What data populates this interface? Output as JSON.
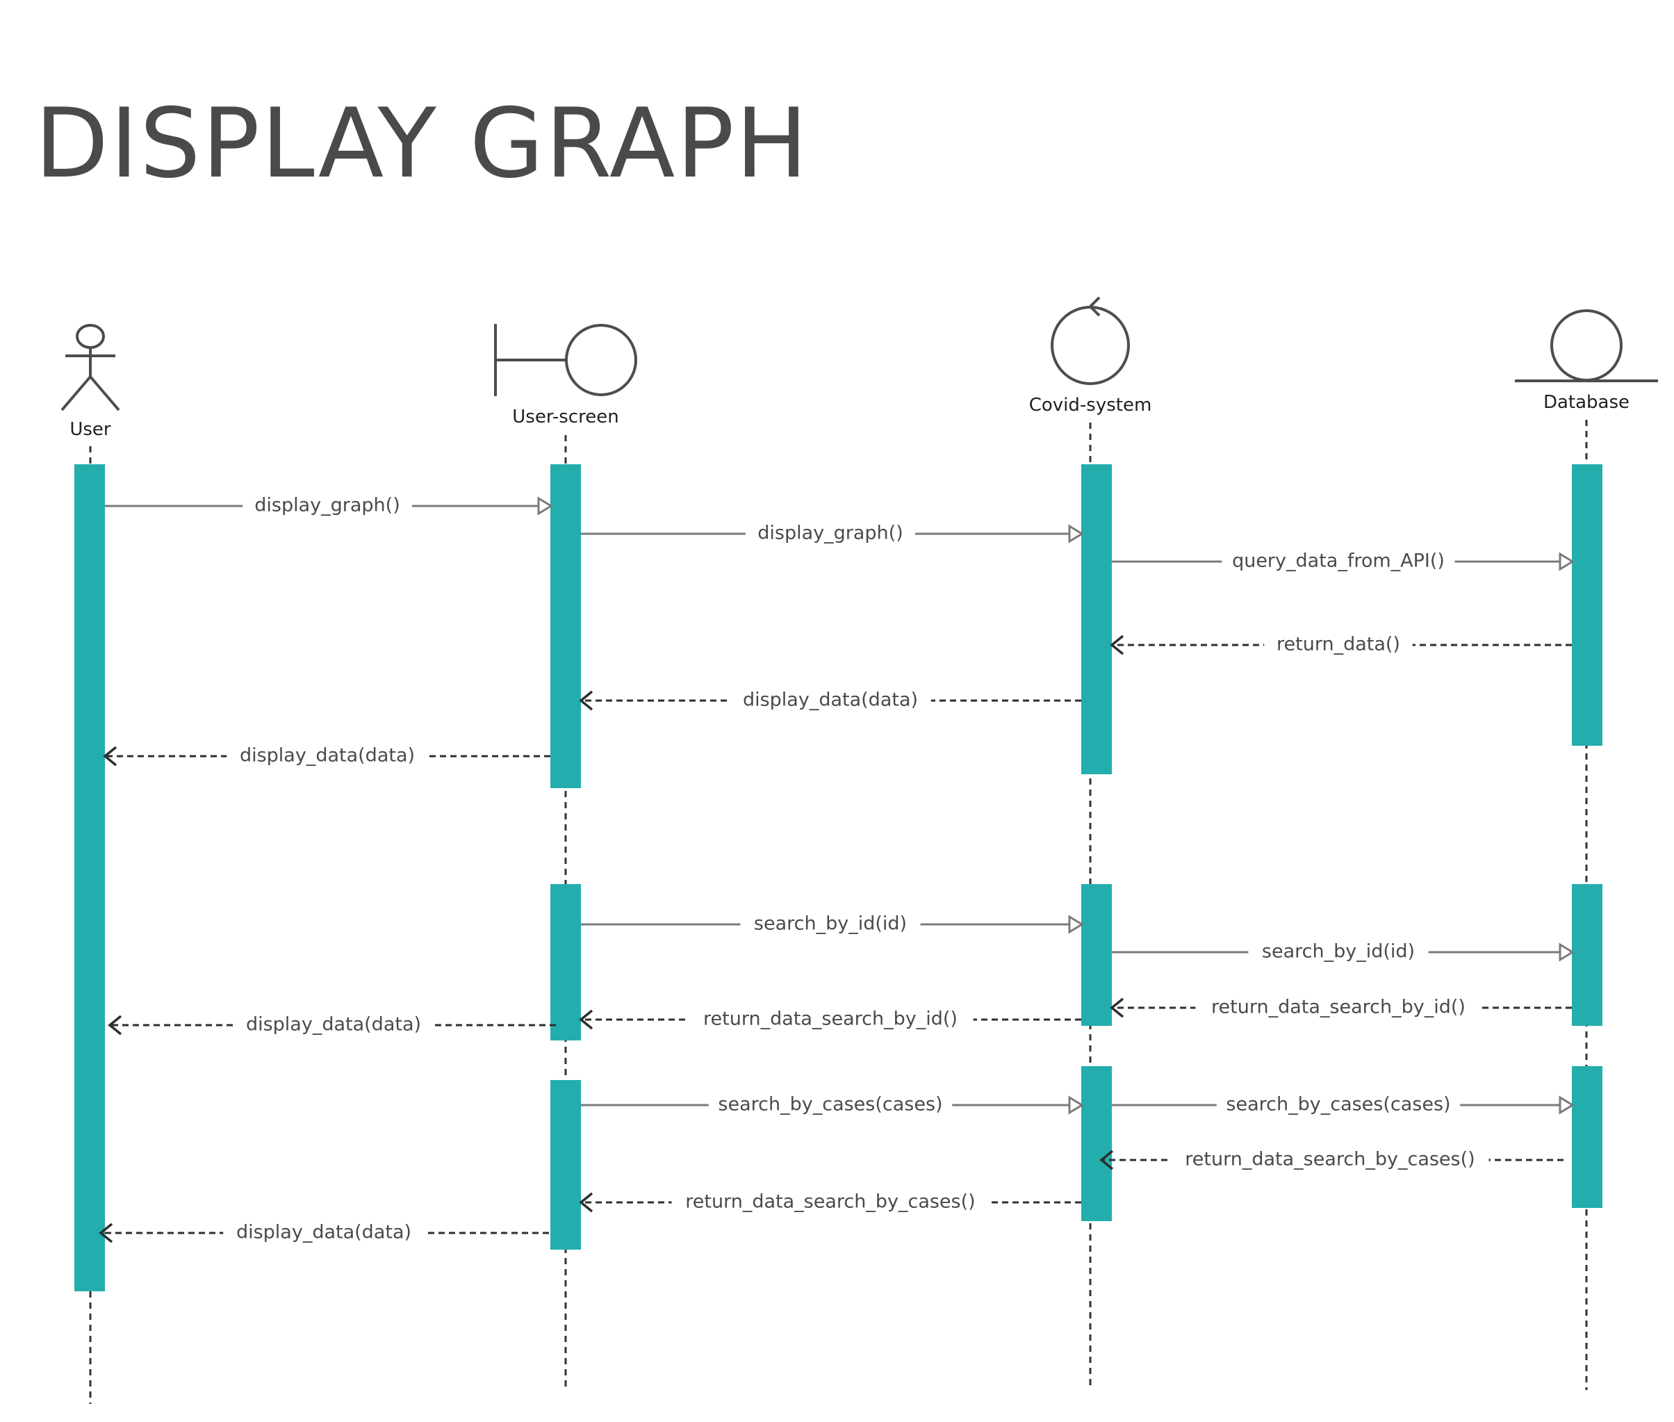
{
  "title": "DISPLAY GRAPH",
  "colors": {
    "activation": "#23aead",
    "title": "#4a4a4a",
    "call_line": "#7a7a7a",
    "return_line": "#2e2e2e"
  },
  "participants": [
    {
      "id": "user",
      "label": "User",
      "kind": "actor",
      "icon": "actor-stick-figure-icon"
    },
    {
      "id": "screen",
      "label": "User-screen",
      "kind": "boundary",
      "icon": "boundary-icon"
    },
    {
      "id": "system",
      "label": "Covid-system",
      "kind": "control",
      "icon": "control-icon"
    },
    {
      "id": "db",
      "label": "Database",
      "kind": "entity",
      "icon": "entity-icon"
    }
  ],
  "messages": [
    {
      "from": "user",
      "to": "screen",
      "label": "display_graph()",
      "kind": "call"
    },
    {
      "from": "screen",
      "to": "system",
      "label": "display_graph()",
      "kind": "call"
    },
    {
      "from": "system",
      "to": "db",
      "label": "query_data_from_API()",
      "kind": "call"
    },
    {
      "from": "db",
      "to": "system",
      "label": "return_data()",
      "kind": "return"
    },
    {
      "from": "system",
      "to": "screen",
      "label": "display_data(data)",
      "kind": "return"
    },
    {
      "from": "screen",
      "to": "user",
      "label": "display_data(data)",
      "kind": "return"
    },
    {
      "from": "screen",
      "to": "system",
      "label": "search_by_id(id)",
      "kind": "call"
    },
    {
      "from": "system",
      "to": "db",
      "label": "search_by_id(id)",
      "kind": "call"
    },
    {
      "from": "db",
      "to": "system",
      "label": "return_data_search_by_id()",
      "kind": "return"
    },
    {
      "from": "system",
      "to": "screen",
      "label": "return_data_search_by_id()",
      "kind": "return"
    },
    {
      "from": "screen",
      "to": "user",
      "label": "display_data(data)",
      "kind": "return"
    },
    {
      "from": "screen",
      "to": "system",
      "label": "search_by_cases(cases)",
      "kind": "call"
    },
    {
      "from": "system",
      "to": "db",
      "label": "search_by_cases(cases)",
      "kind": "call"
    },
    {
      "from": "db",
      "to": "system",
      "label": "return_data_search_by_cases()",
      "kind": "return"
    },
    {
      "from": "system",
      "to": "screen",
      "label": "return_data_search_by_cases()",
      "kind": "return"
    },
    {
      "from": "screen",
      "to": "user",
      "label": "display_data(data)",
      "kind": "return"
    }
  ]
}
